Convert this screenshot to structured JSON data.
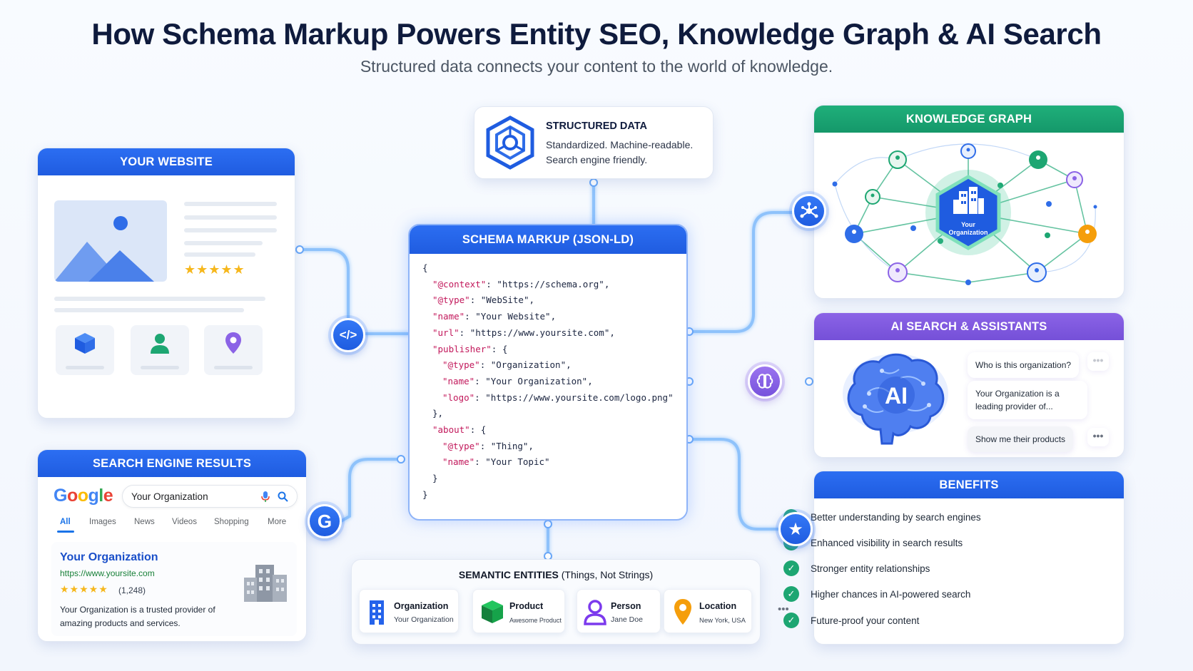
{
  "header": {
    "title": "How Schema Markup Powers Entity SEO, Knowledge Graph & AI Search",
    "subtitle": "Structured data connects your content to the world of knowledge."
  },
  "website_card": {
    "title": "YOUR WEBSITE",
    "rating_stars": "★★★★★"
  },
  "structured_data": {
    "title": "STRUCTURED DATA",
    "line1": "Standardized. Machine-readable.",
    "line2": "Search engine friendly."
  },
  "schema_markup": {
    "title": "SCHEMA MARKUP (JSON-LD)",
    "code_lines": [
      {
        "indent": 0,
        "key": "",
        "value": "{"
      },
      {
        "indent": 1,
        "key": "\"@context\"",
        "value": ": \"https://schema.org\","
      },
      {
        "indent": 1,
        "key": "\"@type\"",
        "value": ": \"WebSite\","
      },
      {
        "indent": 1,
        "key": "\"name\"",
        "value": ": \"Your Website\","
      },
      {
        "indent": 1,
        "key": "\"url\"",
        "value": ": \"https://www.yoursite.com\","
      },
      {
        "indent": 1,
        "key": "\"publisher\"",
        "value": ": {"
      },
      {
        "indent": 2,
        "key": "\"@type\"",
        "value": ": \"Organization\","
      },
      {
        "indent": 2,
        "key": "\"name\"",
        "value": ": \"Your Organization\","
      },
      {
        "indent": 2,
        "key": "\"logo\"",
        "value": ": \"https://www.yoursite.com/logo.png\""
      },
      {
        "indent": 1,
        "key": "",
        "value": "},"
      },
      {
        "indent": 1,
        "key": "\"about\"",
        "value": ": {"
      },
      {
        "indent": 2,
        "key": "\"@type\"",
        "value": ": \"Thing\","
      },
      {
        "indent": 2,
        "key": "\"name\"",
        "value": ": \"Your Topic\""
      },
      {
        "indent": 1,
        "key": "",
        "value": "}"
      },
      {
        "indent": 0,
        "key": "",
        "value": "}"
      }
    ]
  },
  "search_results": {
    "title": "SEARCH ENGINE RESULTS",
    "logo": "Google",
    "query": "Your Organization",
    "tabs": [
      "All",
      "Images",
      "News",
      "Videos",
      "Shopping",
      "More"
    ],
    "result_title": "Your Organization",
    "result_url": "https://www.yoursite.com",
    "result_stars": "★★★★★",
    "result_rating_count": "(1,248)",
    "result_desc_line1": "Your Organization is a trusted provider of",
    "result_desc_line2": "amazing products and services."
  },
  "semantic_entities": {
    "title_bold": "SEMANTIC ENTITIES",
    "title_rest": " (Things, Not Strings)",
    "items": [
      {
        "title": "Organization",
        "sub": "Your Organization",
        "color": "#2563eb"
      },
      {
        "title": "Product",
        "sub": "Awesome Product",
        "color": "#16a34a"
      },
      {
        "title": "Person",
        "sub": "Jane Doe",
        "color": "#7c3aed"
      },
      {
        "title": "Location",
        "sub": "New York, USA",
        "color": "#f59e0b"
      }
    ],
    "more": "•••"
  },
  "knowledge_graph": {
    "title": "KNOWLEDGE GRAPH",
    "center_label_line1": "Your",
    "center_label_line2": "Organization"
  },
  "ai_search": {
    "title": "AI SEARCH & ASSISTANTS",
    "brain_label": "AI",
    "q1": "Who is this organization?",
    "a1_line1": "Your Organization is a",
    "a1_line2": "leading provider of...",
    "q2": "Show me their products",
    "dots": "•••"
  },
  "benefits": {
    "title": "BENEFITS",
    "items": [
      "Better understanding by search engines",
      "Enhanced visibility in search results",
      "Stronger entity relationships",
      "Higher chances in AI-powered search",
      "Future-proof your content"
    ],
    "check": "✓"
  },
  "hubs": {
    "code": "</>",
    "google": "G",
    "star": "★"
  },
  "colors": {
    "primary_blue": "#1f5ce0",
    "green": "#15986a",
    "purple": "#7550d8"
  }
}
